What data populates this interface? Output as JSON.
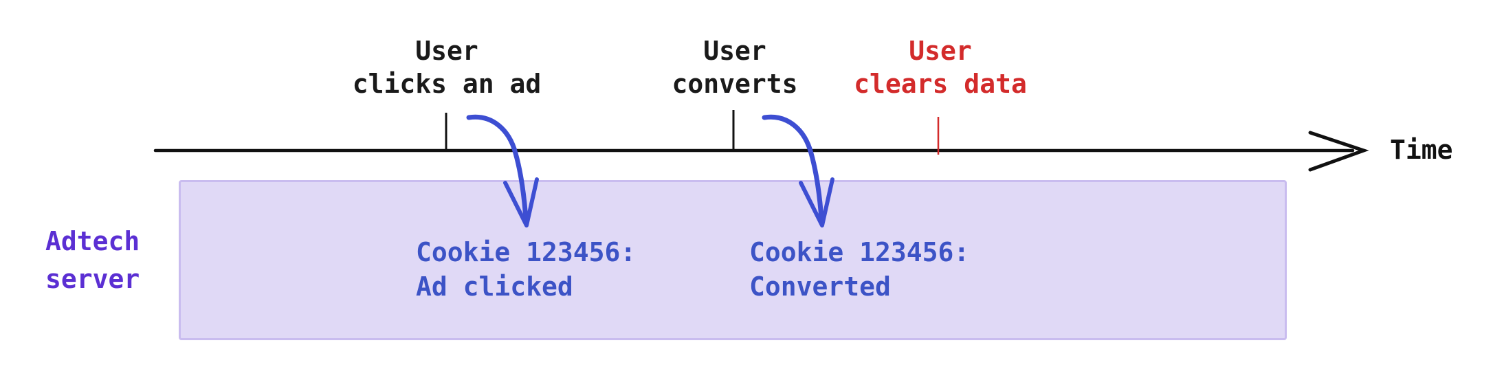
{
  "timeline": {
    "axis_label": "Time"
  },
  "events": [
    {
      "id": "ad-click",
      "line1": "User",
      "line2": "clicks an ad",
      "status": "normal"
    },
    {
      "id": "conversion",
      "line1": "User",
      "line2": "converts",
      "status": "normal"
    },
    {
      "id": "clear-data",
      "line1": "User",
      "line2": "clears data",
      "status": "cleared"
    }
  ],
  "server": {
    "line1": "Adtech",
    "line2": "server"
  },
  "records": [
    {
      "line1": "Cookie 123456:",
      "line2": "Ad clicked"
    },
    {
      "line1": "Cookie 123456:",
      "line2": "Converted"
    }
  ],
  "icons": {
    "axis_arrow": "arrow-right",
    "record_arrow_1": "curved-arrow-down",
    "record_arrow_2": "curved-arrow-down"
  },
  "colors": {
    "axis": "#111111",
    "event_text": "#1a1a1a",
    "cleared_red": "#d32b2b",
    "server_purple": "#5b2fd3",
    "record_blue": "#3c53c6",
    "arrow_blue": "#3d4ed2",
    "box_fill": "#e0d9f6",
    "box_border": "#c9bcef"
  }
}
